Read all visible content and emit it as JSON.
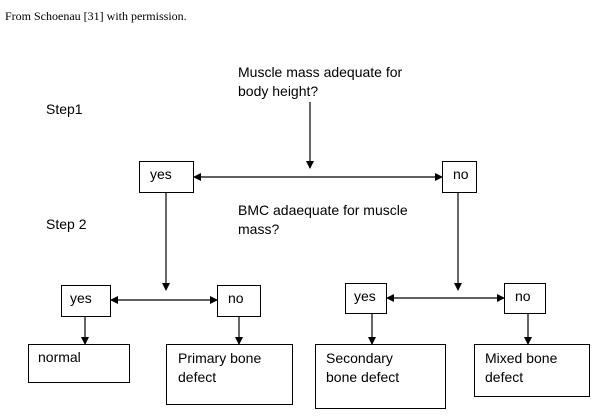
{
  "caption": "From Schoenau [31] with permission.",
  "steps": {
    "step1": "Step1",
    "step2": "Step 2"
  },
  "questions": {
    "q1": "Muscle mass adequate for\nbody height?",
    "q2": "BMC adaequate for muscle\nmass?"
  },
  "boxes": {
    "yes_top": "yes",
    "no_top": "no",
    "yes_left": "yes",
    "no_left": "no",
    "yes_right": "yes",
    "no_right": "no",
    "normal": "normal",
    "primary": "Primary bone\ndefect",
    "secondary": "Secondary\nbone defect",
    "mixed": "Mixed bone\ndefect"
  }
}
